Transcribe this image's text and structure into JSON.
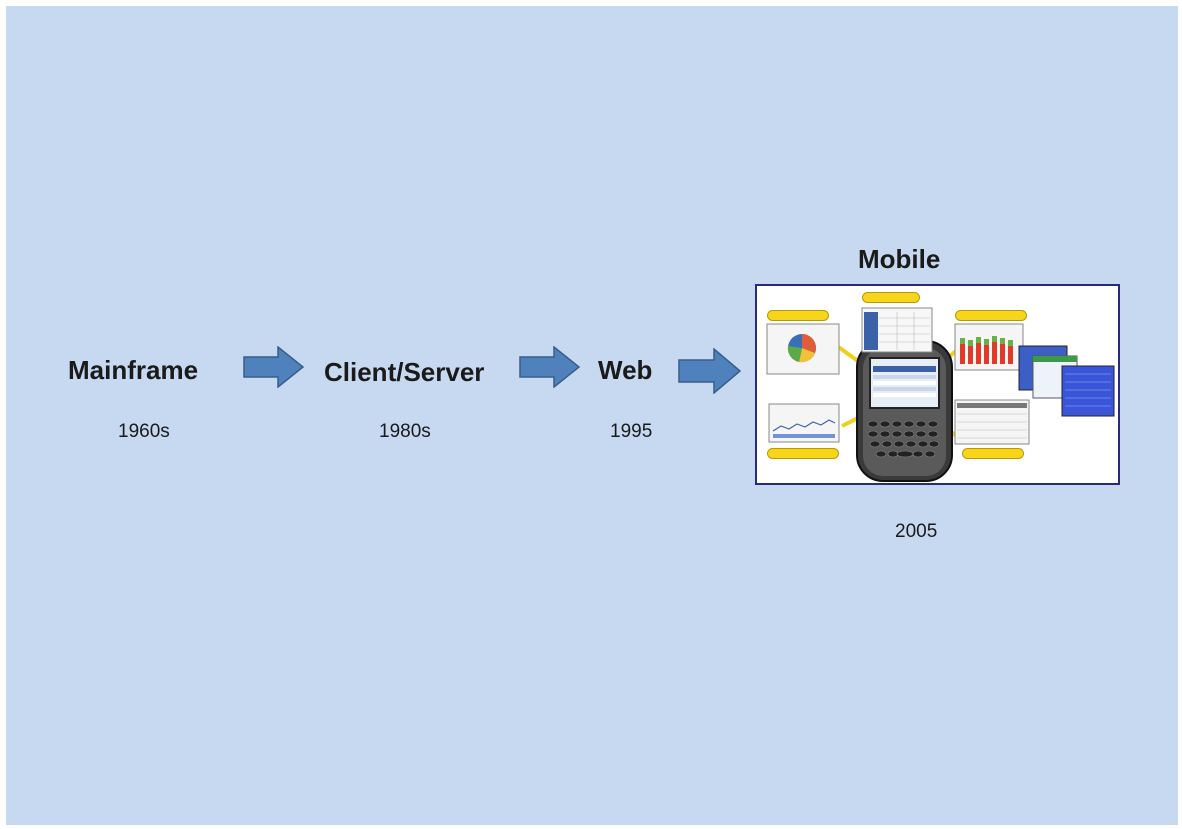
{
  "stages": [
    {
      "label": "Mainframe",
      "year": "1960s"
    },
    {
      "label": "Client/Server",
      "year": "1980s"
    },
    {
      "label": "Web",
      "year": "1995"
    },
    {
      "label": "Mobile",
      "year": "2005"
    }
  ],
  "colors": {
    "background": "#c6d9f0",
    "arrow_fill": "#4f81bd",
    "arrow_stroke": "#385d8a",
    "frame_border": "#2a2a7a",
    "callout": "#f7d51c"
  },
  "icons": {
    "arrow": "right-arrow-icon",
    "mobile_image": "mobile-dashboard-image"
  }
}
